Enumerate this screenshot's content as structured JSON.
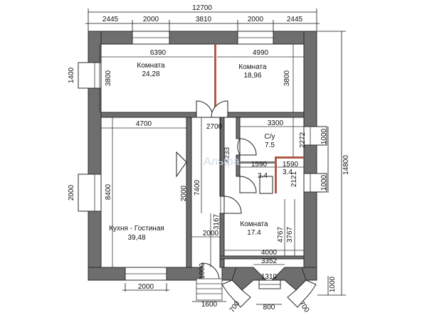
{
  "dimensions": {
    "total_width": "12700",
    "top_segments": [
      "2445",
      "2000",
      "3810",
      "2000",
      "2445"
    ],
    "total_height": "14800",
    "room1_width": "6390",
    "room2_width": "4990",
    "left_room1_height": "3800",
    "right_room2_height": "3800",
    "left_window_1400": "1400",
    "kitchen_width": "4700",
    "kitchen_height": "8400",
    "left_window_2000": "2000",
    "hall_2700": "2700",
    "hall_7400": "7400",
    "hall_2000_vertical": "2000",
    "su_width": "3300",
    "su_height": "2272",
    "right_window_1000_a": "1000",
    "right_window_1000_b": "1000",
    "corridor_4233": "4233",
    "small_1590_a": "1590",
    "small_1590_b": "1590",
    "height_2121": "2121",
    "height_3167": "3167",
    "hall_2000_horizontal": "2000",
    "room_4767": "4767",
    "room_3767": "3767",
    "room_4000": "4000",
    "room_3352": "3352",
    "bay_1310": "1310",
    "bottom_window_2000": "2000",
    "porch_1000": "1000",
    "porch_1600": "1600",
    "bay_700_left": "700",
    "bay_800": "800",
    "bay_700_right": "700",
    "right_1000_bottom": "1000"
  },
  "rooms": {
    "room1_name": "Комната",
    "room1_area": "24,28",
    "room2_name": "Комната",
    "room2_area": "18,96",
    "kitchen_name": "Кухня - Гостиная",
    "kitchen_area": "39,48",
    "su_name": "С/у",
    "su_area": "7.5",
    "small1_area": "3.4",
    "small2_area": "3.4",
    "room3_name": "Комната",
    "room3_area": "17.4"
  },
  "watermark": "Альфа"
}
